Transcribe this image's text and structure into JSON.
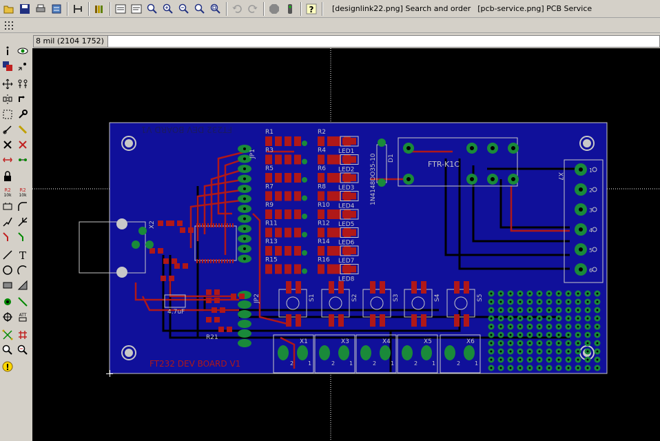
{
  "toolbar": {
    "scripts": [
      "[designlink22.png] Search and order",
      "[pcb-service.png] PCB Service"
    ]
  },
  "statusbar": {
    "coordinate": "8 mil (2104 1752)",
    "command_value": ""
  },
  "board": {
    "title_top": "FT232 DEV BOARD V1",
    "title_bottom": "FT232 DEV BOARD V1",
    "resistors_left": [
      "R1",
      "R3",
      "R5",
      "R7",
      "R9",
      "R11",
      "R13",
      "R15"
    ],
    "resistors_right": [
      "R2",
      "R4",
      "R6",
      "R8",
      "R10",
      "R12",
      "R14",
      "R16"
    ],
    "leds": [
      "LED1",
      "LED2",
      "LED3",
      "LED4",
      "LED5",
      "LED6",
      "LED7",
      "LED8"
    ],
    "diode_label": "1N4148DO35-10",
    "diode_ref": "D1",
    "relay": "FTR-K1C",
    "connector_x7": "X7",
    "x7_pins": [
      "1",
      "2",
      "3",
      "4",
      "5",
      "6"
    ],
    "jp1": "JP1",
    "jp2": "JP2",
    "x2": "X2",
    "r21": "R21",
    "cap_value": "4.7uF",
    "switches": [
      "S1",
      "S2",
      "S3",
      "S4",
      "S5"
    ],
    "bottom_connectors": [
      "X1",
      "X3",
      "X4",
      "X5",
      "X6"
    ],
    "pad_one": "1",
    "pad_two": "2"
  },
  "colors": {
    "board_fill": "#10109a",
    "top_copper": "#b01818",
    "pad": "#1a8a3a",
    "silk": "#c8c8c8",
    "background": "#000000"
  }
}
